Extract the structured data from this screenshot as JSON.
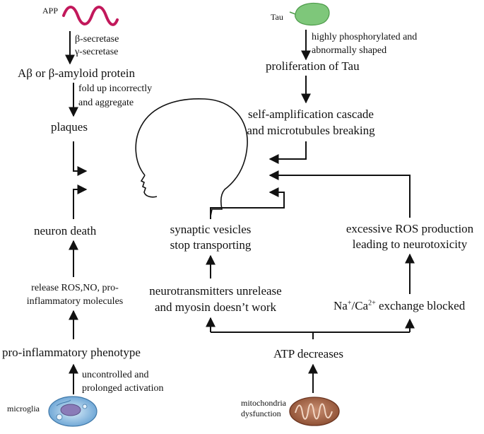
{
  "labels": {
    "app": "APP",
    "secretase_beta": "β-secretase",
    "secretase_gamma": "γ-secretase",
    "abeta": "Aβ or β-amyloid protein",
    "fold_1": "fold up incorrectly",
    "fold_2": "and aggregate",
    "plaques": "plaques",
    "neuron_death": "neuron death",
    "release_1": "release ROS,NO, pro-",
    "release_2": "inflammatory molecules",
    "pro_phenotype": "pro-inflammatory phenotype",
    "activation_1": "uncontrolled and",
    "activation_2": "prolonged activation",
    "microglia": "microglia",
    "tau": "Tau",
    "phospho_1": "highly phosphorylated and",
    "phospho_2": "abnormally shaped",
    "proliferation": "proliferation of Tau",
    "cascade_1": "self-amplification cascade",
    "cascade_2": "and microtubules breaking",
    "vesicles_1": "synaptic vesicles",
    "vesicles_2": "stop transporting",
    "ros_1": "excessive ROS production",
    "ros_2": "leading to neurotoxicity",
    "neurotrans_1": "neurotransmitters unrelease",
    "neurotrans_2": "and myosin doesn’t work",
    "exchange_na": "Na",
    "exchange_plus": "+",
    "exchange_ca": "/Ca",
    "exchange_2plus": "2+",
    "exchange_rest": " exchange blocked",
    "atp": "ATP decreases",
    "mito_1": "mitochondria",
    "mito_2": "dysfunction"
  },
  "colors": {
    "app_wave": "#c2185b",
    "tau_leaf": "#7ec77a",
    "microglia_blue": "#6aa6d8",
    "mito_brown": "#9a5a3c",
    "text": "#111111",
    "arrow": "#111111"
  },
  "icons": [
    "dna-wave-icon",
    "tau-protein-icon",
    "microglia-cell-icon",
    "mitochondria-icon",
    "head-profile-icon"
  ]
}
